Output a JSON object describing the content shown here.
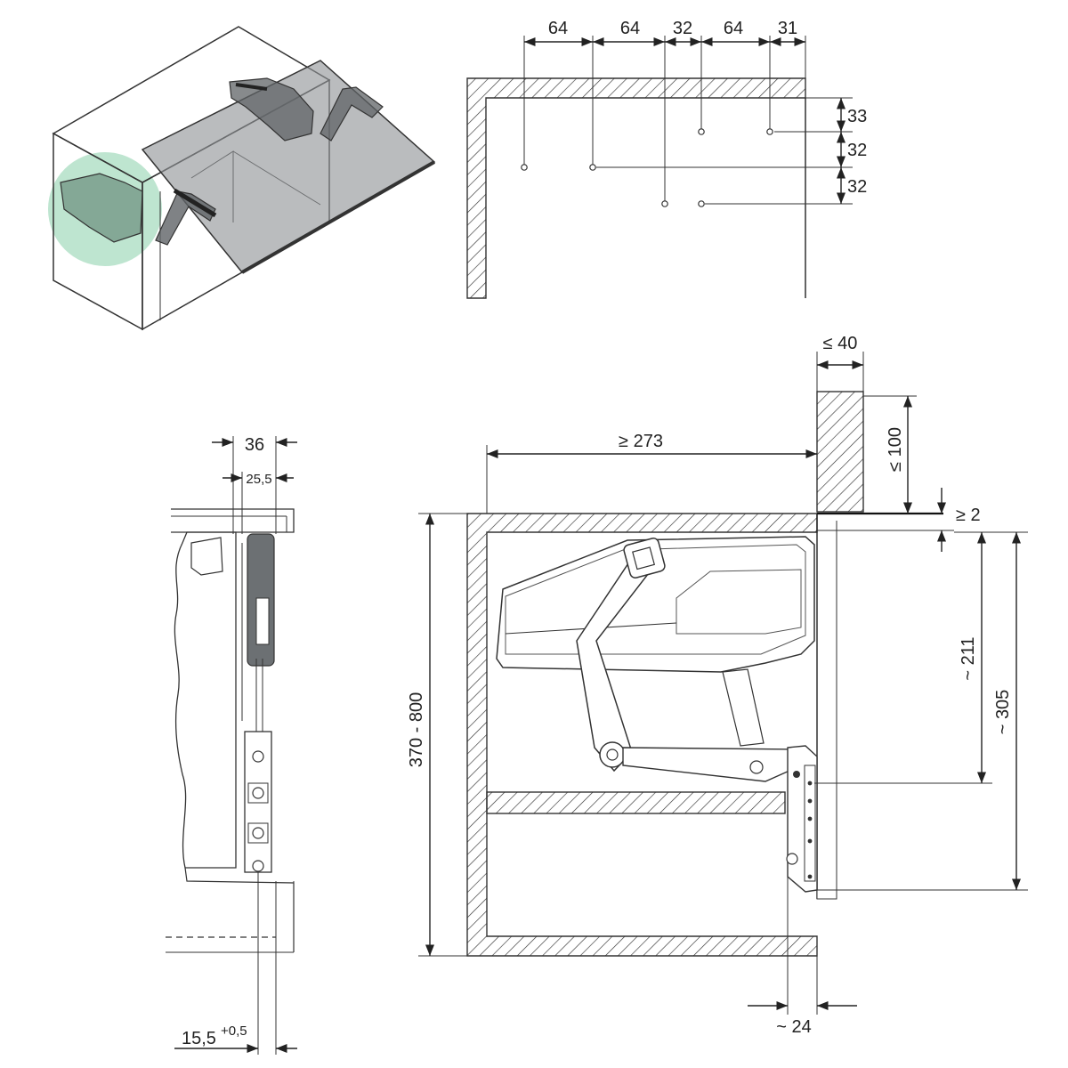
{
  "top_right": {
    "horiz_dims": [
      "64",
      "64",
      "32",
      "64",
      "31"
    ],
    "vert_dims": [
      "33",
      "32",
      "32"
    ]
  },
  "side_view": {
    "top_dims": [
      "36",
      "25,5"
    ],
    "bottom_dim": "15,5",
    "bottom_tolerance": "+0,5"
  },
  "main_view": {
    "width_min": "≥ 273",
    "height_range": "370 - 800",
    "door_thickness_max": "≤ 40",
    "door_overlap_max": "≤ 100",
    "gap_min": "≥ 2",
    "dim_211": "~ 211",
    "dim_305": "~ 305",
    "dim_24": "~ 24"
  },
  "colors": {
    "highlight": "#a8dcc0",
    "door_glass": "#8f9396",
    "mechanism": "#5f6366"
  }
}
